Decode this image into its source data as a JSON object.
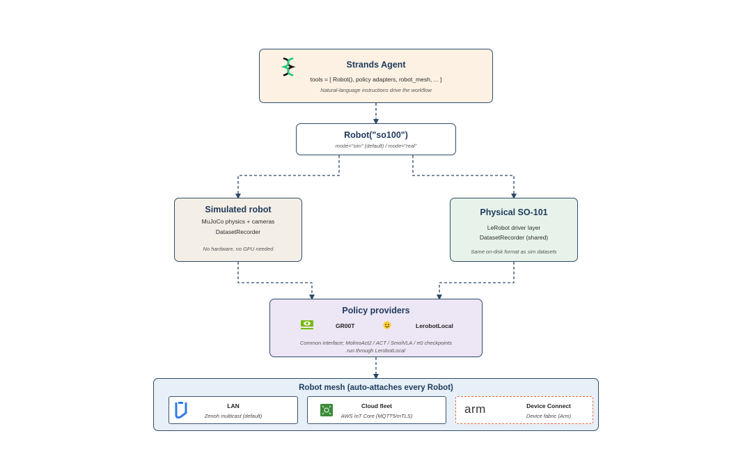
{
  "agent": {
    "title": "Strands Agent",
    "tools": "tools = [ Robot(), policy adapters, robot_mesh, ... ]",
    "note": "Natural-language instructions drive the workflow",
    "icon": "strands-dna-icon"
  },
  "robot": {
    "title": "Robot(\"so100\")",
    "note": "mode=\"sim\" (default) / mode=\"real\""
  },
  "sim": {
    "title": "Simulated robot",
    "line1": "MuJoCo physics + cameras",
    "line2": "DatasetRecorder",
    "note": "No hardware, no GPU needed"
  },
  "physical": {
    "title": "Physical SO-101",
    "line1": "LeRobot driver layer",
    "line2": "DatasetRecorder (shared)",
    "note": "Same on-disk format as sim datasets"
  },
  "policy": {
    "title": "Policy providers",
    "provider1": "GR00T",
    "provider2": "LerobotLocal",
    "note_line1": "Common interface; MolmoAct2 / ACT / SmolVLA / π0 checkpoints",
    "note_line2": "run through LerobotLocal"
  },
  "mesh": {
    "title": "Robot mesh (auto-attaches every Robot)",
    "cards": [
      {
        "title": "LAN",
        "sub": "Zenoh multicast (default)",
        "icon": "zenoh-logo-icon"
      },
      {
        "title": "Cloud fleet",
        "sub": "AWS IoT Core (MQTT5/mTLS)",
        "icon": "aws-iot-icon"
      },
      {
        "title": "Device Connect",
        "sub": "Device fabric (Arm)",
        "icon": "arm-logo-icon",
        "logo_text": "arm"
      }
    ]
  },
  "colors": {
    "agent_bg": "#fdf1e3",
    "robot_bg": "#ffffff",
    "sim_bg": "#f4efe6",
    "physical_bg": "#e7f3ea",
    "policy_bg": "#ede6f4",
    "mesh_bg": "#e7f0f8",
    "border": "#2f4a68",
    "arm_dashed": "#e8633c"
  }
}
